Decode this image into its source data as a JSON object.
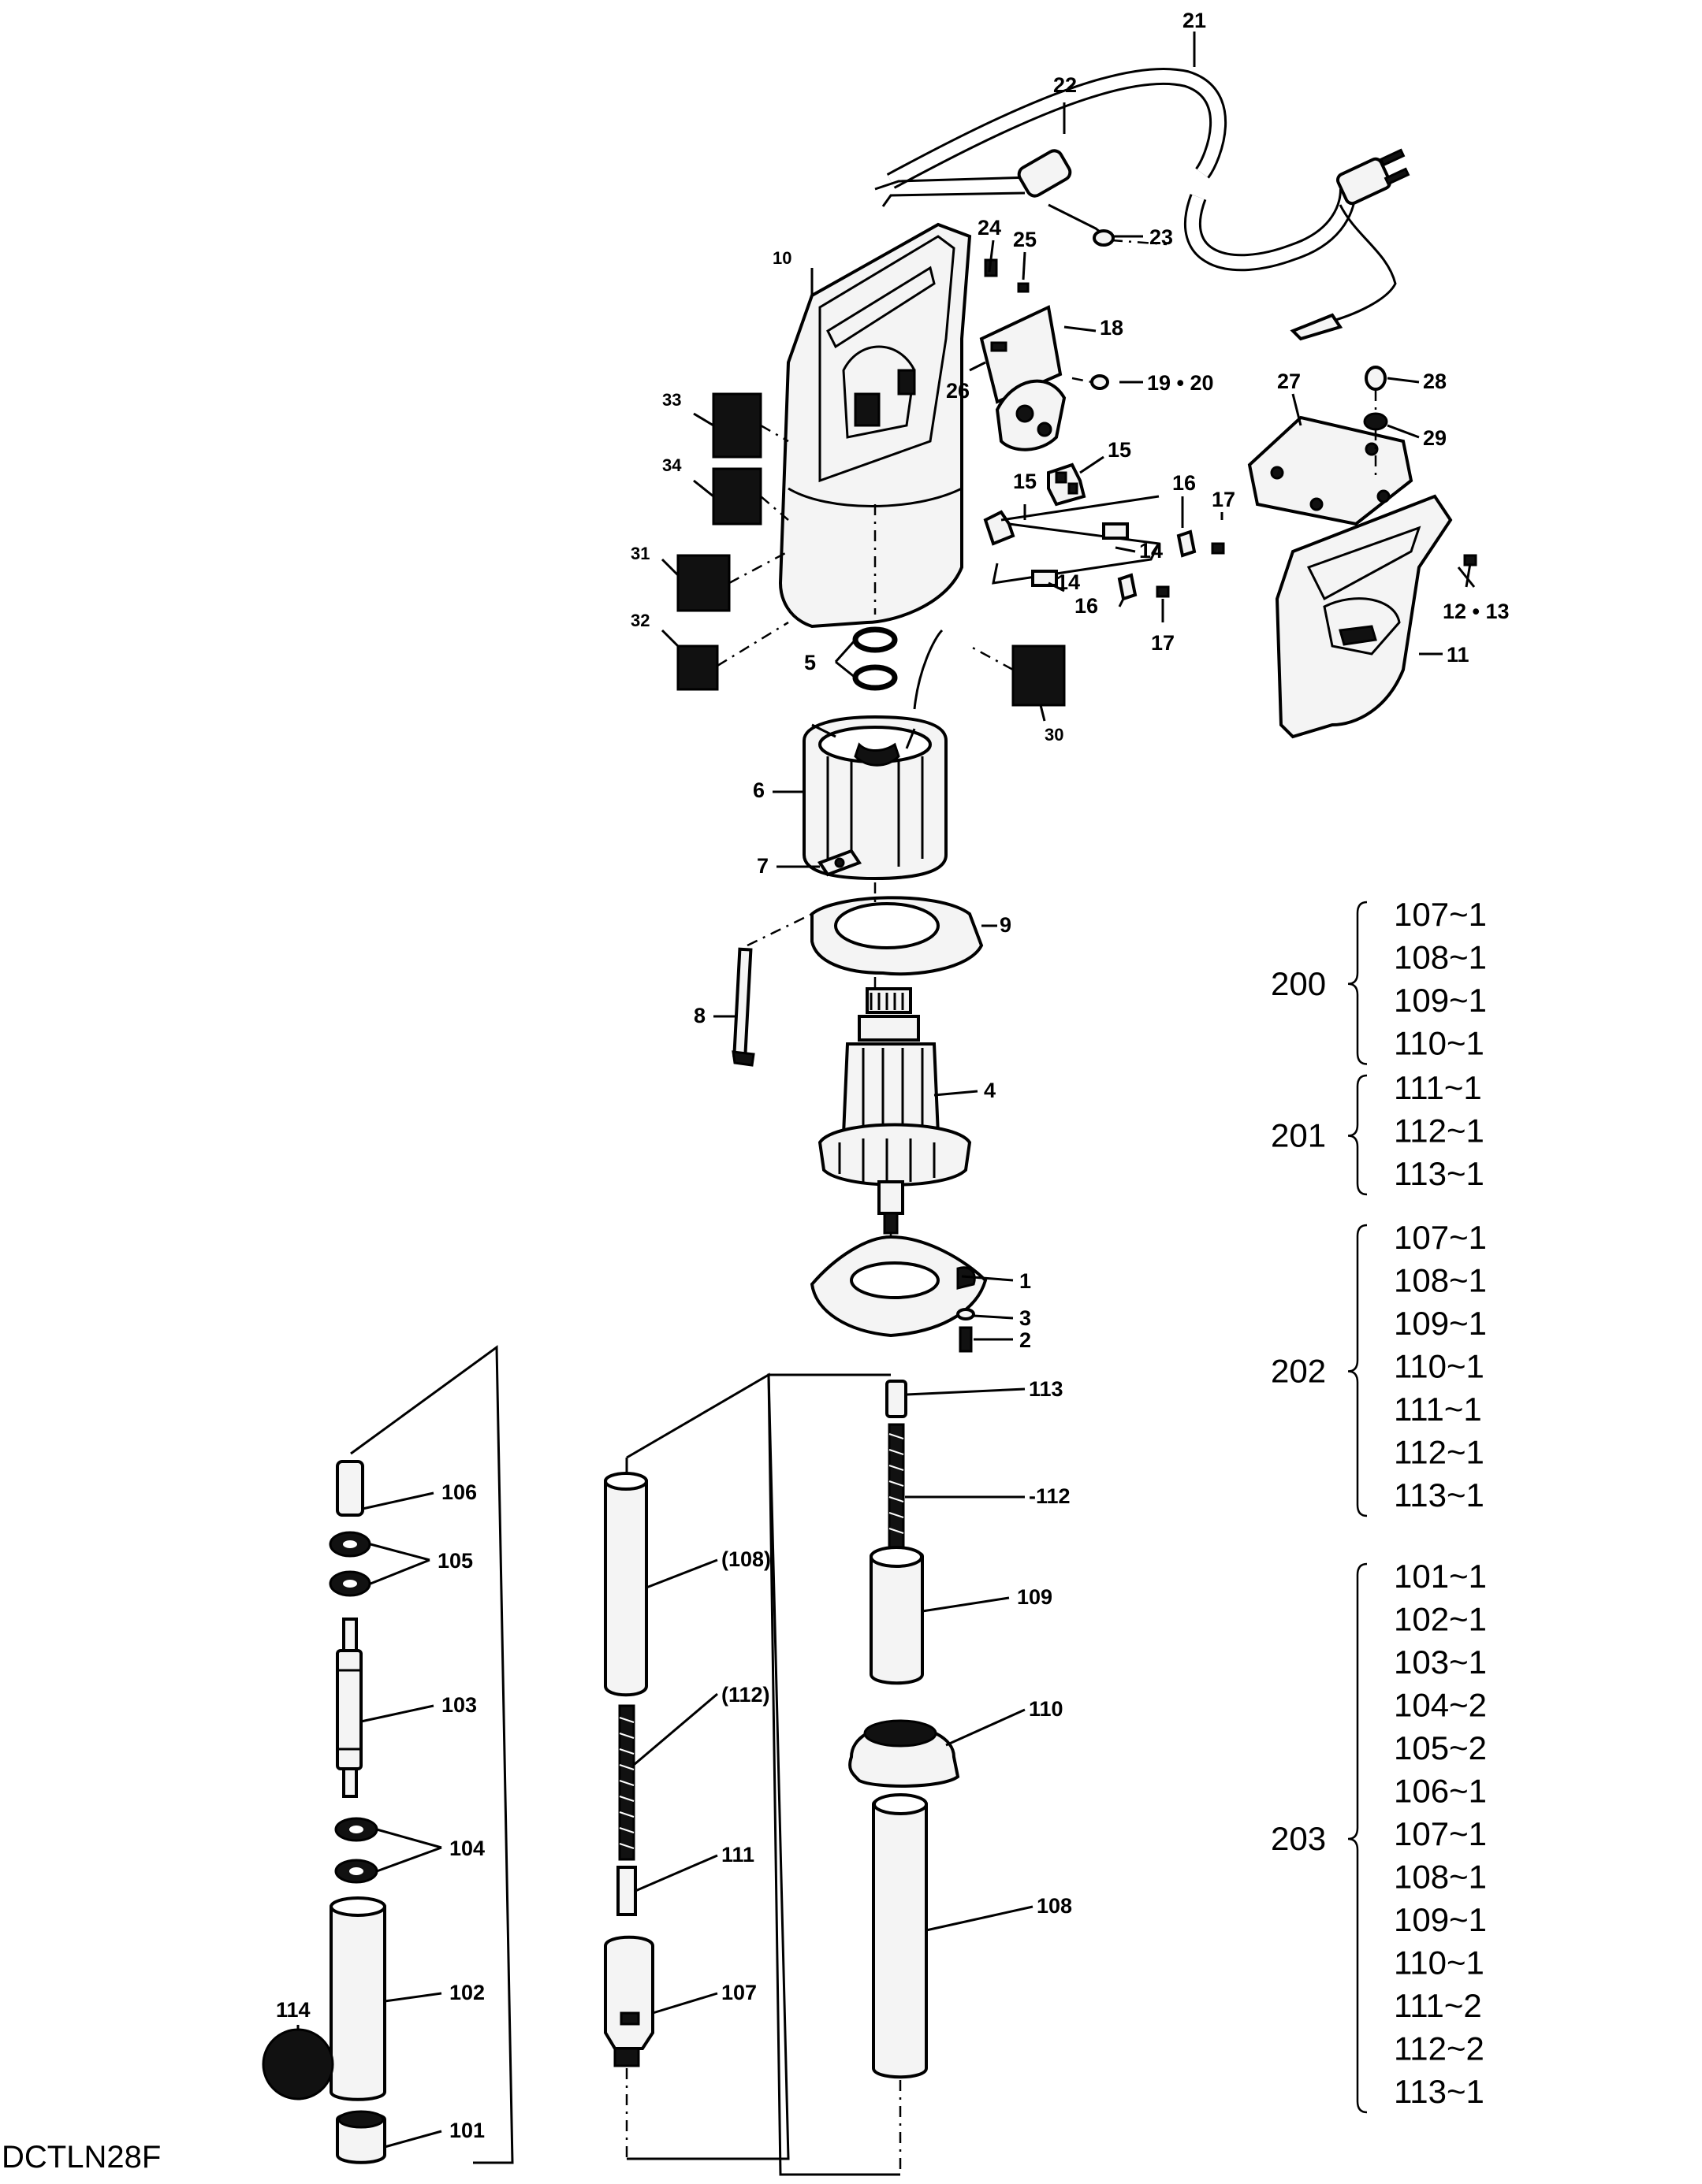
{
  "drawing_code": "DCTLN28F",
  "callouts": {
    "c21": "21",
    "c22": "22",
    "c23": "23",
    "c24": "24",
    "c25": "25",
    "c10": "10",
    "c18": "18",
    "c26": "26",
    "c19_20": "19 • 20",
    "c27": "27",
    "c28": "28",
    "c29": "29",
    "c33": "33",
    "c34": "34",
    "c15a": "15",
    "c15b": "15",
    "c16a": "16",
    "c17a": "17",
    "c14a": "14",
    "c14b": "14",
    "c16b": "16",
    "c17b": "17",
    "c31": "31",
    "c32": "32",
    "c12_13": "12 • 13",
    "c11": "11",
    "c5": "5",
    "c30": "30",
    "c6": "6",
    "c7": "7",
    "c9": "9",
    "c8": "8",
    "c4": "4",
    "c1": "1",
    "c3": "3",
    "c2": "2",
    "c113": "113",
    "c112": "-112",
    "c106": "106",
    "c105": "105",
    "c108a": "(108)",
    "c109": "109",
    "c103": "103",
    "c112b": "(112)",
    "c110": "110",
    "c104": "104",
    "c111": "111",
    "c108b": "108",
    "c114": "114",
    "c102": "102",
    "c107": "107",
    "c101": "101"
  },
  "kits": [
    {
      "number": "200",
      "items": [
        "107~1",
        "108~1",
        "109~1",
        "110~1"
      ]
    },
    {
      "number": "201",
      "items": [
        "111~1",
        "112~1",
        "113~1"
      ]
    },
    {
      "number": "202",
      "items": [
        "107~1",
        "108~1",
        "109~1",
        "110~1",
        "111~1",
        "112~1",
        "113~1"
      ]
    },
    {
      "number": "203",
      "items": [
        "101~1",
        "102~1",
        "103~1",
        "104~2",
        "105~2",
        "106~1",
        "107~1",
        "108~1",
        "109~1",
        "110~1",
        "111~2",
        "112~2",
        "113~1"
      ]
    }
  ]
}
